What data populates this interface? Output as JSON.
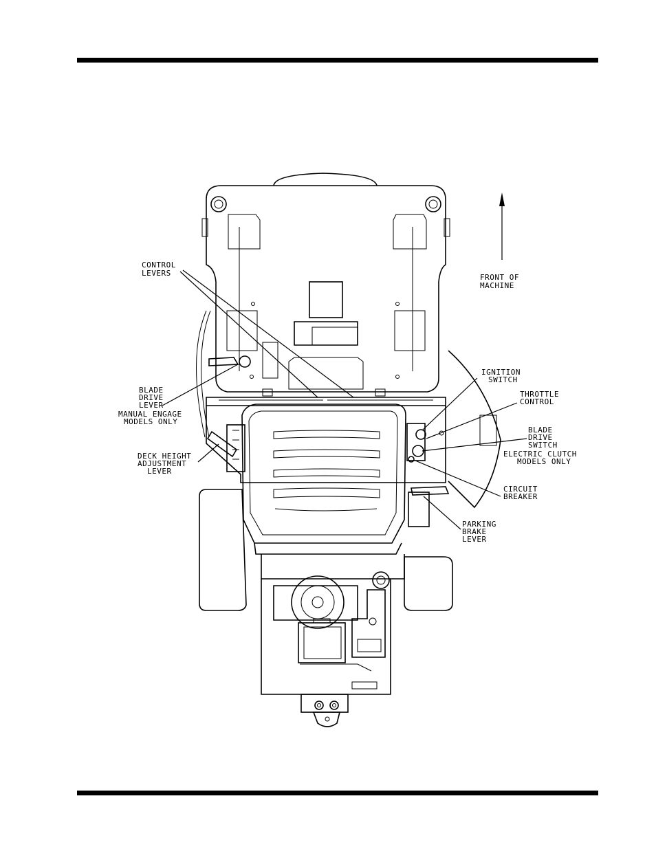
{
  "front_of_machine": [
    "FRONT OF",
    "MACHINE"
  ],
  "labels": {
    "control_levers": [
      "CONTROL",
      "LEVERS"
    ],
    "blade_drive_lever": [
      "BLADE",
      "DRIVE",
      "LEVER"
    ],
    "manual_engage": [
      "MANUAL ENGAGE",
      "MODELS ONLY"
    ],
    "deck_height": [
      "DECK HEIGHT",
      "ADJUSTMENT",
      "LEVER"
    ],
    "ignition_switch": [
      "IGNITION",
      "SWITCH"
    ],
    "throttle_control": [
      "THROTTLE",
      "CONTROL"
    ],
    "blade_drive_switch": [
      "BLADE",
      "DRIVE",
      "SWITCH"
    ],
    "electric_clutch": [
      "ELECTRIC CLUTCH",
      "MODELS ONLY"
    ],
    "circuit_breaker": [
      "CIRCUIT",
      "BREAKER"
    ],
    "parking_brake": [
      "PARKING",
      "BRAKE",
      "LEVER"
    ]
  }
}
